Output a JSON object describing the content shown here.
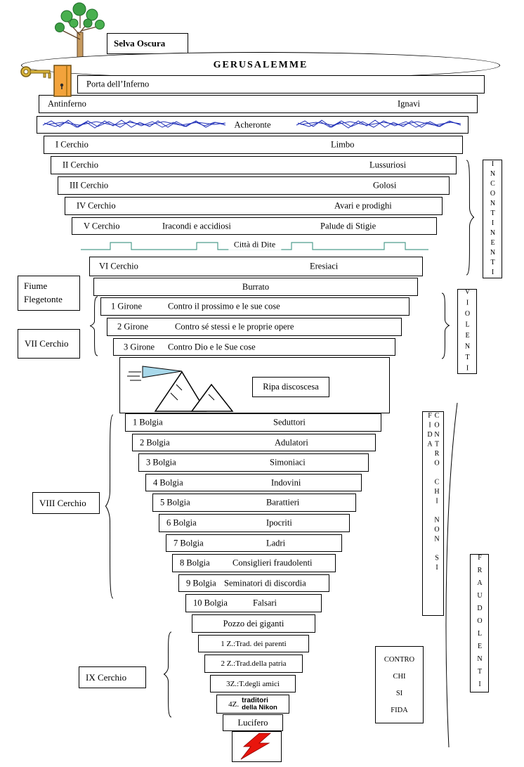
{
  "banner": {
    "selva_oscura": "Selva Oscura",
    "gerusalemme": "GERUSALEMME"
  },
  "rows": {
    "porta": "Porta dell’Inferno",
    "antinferno_left": "Antinferno",
    "antinferno_right": "Ignavi",
    "acheronte": "Acheronte",
    "cerchio1_left": "I Cerchio",
    "cerchio1_right": "Limbo",
    "cerchio2_left": "II Cerchio",
    "cerchio2_right": "Lussuriosi",
    "cerchio3_left": "III Cerchio",
    "cerchio3_right": "Golosi",
    "cerchio4_left": "IV Cerchio",
    "cerchio4_right": "Avari e prodighi",
    "cerchio5_left": "V Cerchio",
    "cerchio5_mid": "Iracondi e accidiosi",
    "cerchio5_right": "Palude di Stigie",
    "citta_di_dite": "Città di Dite",
    "cerchio6_left": "VI Cerchio",
    "cerchio6_right": "Eresiaci",
    "burrato": "Burrato",
    "girone1_left": "1 Girone",
    "girone1_right": "Contro il prossimo e le sue cose",
    "girone2_left": "2 Girone",
    "girone2_right": "Contro sé stessi e le proprie opere",
    "girone3_left": "3 Girone",
    "girone3_right": "Contro Dio e le Sue cose",
    "ripa_discoscesa": "Ripa discoscesa",
    "bolgia1_left": "1 Bolgia",
    "bolgia1_right": "Seduttori",
    "bolgia2_left": "2 Bolgia",
    "bolgia2_right": "Adulatori",
    "bolgia3_left": "3 Bolgia",
    "bolgia3_right": "Simoniaci",
    "bolgia4_left": "4 Bolgia",
    "bolgia4_right": "Indovini",
    "bolgia5_left": "5 Bolgia",
    "bolgia5_right": "Barattieri",
    "bolgia6_left": "6 Bolgia",
    "bolgia6_right": "Ipocriti",
    "bolgia7_left": "7 Bolgia",
    "bolgia7_right": "Ladri",
    "bolgia8_left": "8 Bolgia",
    "bolgia8_right": "Consiglieri fraudolenti",
    "bolgia9_left": "9 Bolgia",
    "bolgia9_right": "Seminatori di discordia",
    "bolgia10_left": "10 Bolgia",
    "bolgia10_right": "Falsari",
    "pozzo": "Pozzo dei giganti",
    "zona1": "1 Z.:Trad. dei parenti",
    "zona2": "2 Z.:Trad.della patria",
    "zona3": "3Z.:T.degli amici",
    "zona4_prefix": "4Z.",
    "zona4_line1": "traditori",
    "zona4_line2": "della Nikon",
    "lucifero": "Lucifero"
  },
  "side": {
    "fiume_line1": "Fiume",
    "fiume_line2": "Flegetonte",
    "cerchio7": "VII Cerchio",
    "cerchio8": "VIII Cerchio",
    "cerchio9": "IX Cerchio",
    "incontinenti": "INCONTINENTI",
    "violenti": "VIOLENTI",
    "contro_chi_non_si_fida": "CONTRO CHI NON SI FIDA",
    "fraudolenti": "FRAUDOLENTI",
    "contro_chi_si_fida": [
      "CONTRO",
      "CHI",
      "SI",
      "FIDA"
    ]
  },
  "colors": {
    "river_blue": "#2231b8",
    "wall_teal": "#4f9e8e",
    "door_orange": "#f2a33c",
    "key_gold": "#d8b33a",
    "bolt_red": "#e8150d",
    "foliage_green": "#49b04f"
  }
}
